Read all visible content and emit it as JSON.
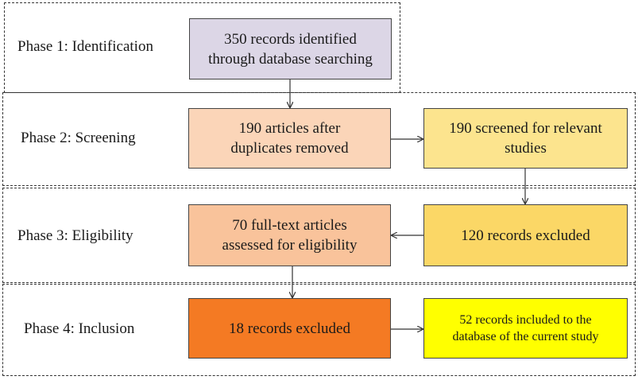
{
  "phases": [
    {
      "label": "Phase 1: Identification"
    },
    {
      "label": "Phase 2: Screening"
    },
    {
      "label": "Phase 3: Eligibility"
    },
    {
      "label": "Phase 4: Inclusion"
    }
  ],
  "boxes": {
    "identified": {
      "text": "350 records identified\nthrough database searching",
      "fill": "#dcd6e6"
    },
    "duplicates_removed": {
      "text": "190 articles after\nduplicates removed",
      "fill": "#fbd5b8"
    },
    "screened": {
      "text": "190 screened for relevant\nstudies",
      "fill": "#fce48e"
    },
    "full_text": {
      "text": "70 full-text articles\nassessed for eligibility",
      "fill": "#f9c39b"
    },
    "excluded_120": {
      "text": "120 records excluded",
      "fill": "#fbd766"
    },
    "excluded_18": {
      "text": "18 records excluded",
      "fill": "#f47a23"
    },
    "included_52": {
      "text": "52 records included to the\ndatabase of the current study",
      "fill": "#ffff00"
    }
  },
  "colors": {
    "border": "#444444",
    "frame": "#333333",
    "arrow": "#333333"
  }
}
